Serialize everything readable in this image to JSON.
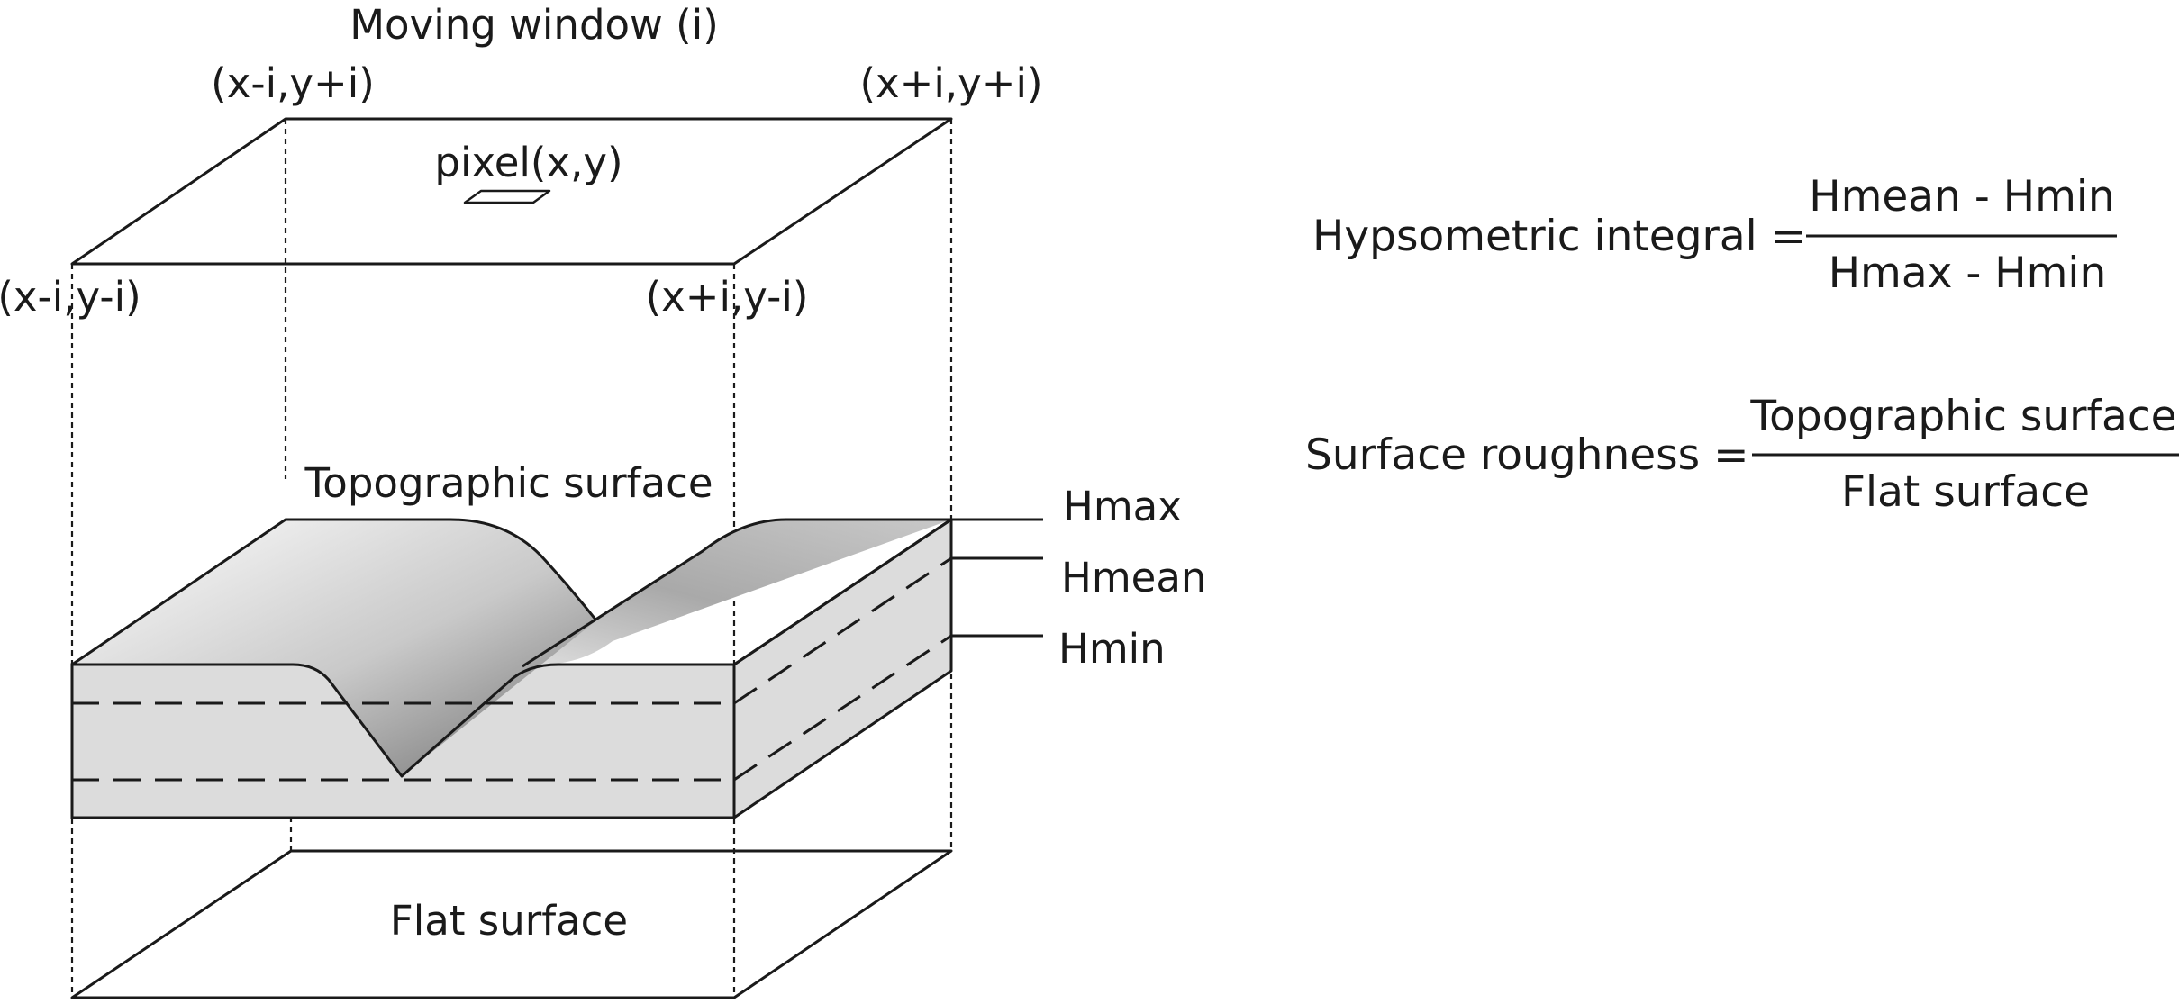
{
  "diagram": {
    "window_title": "Moving window (i)",
    "corner_top_left": "(x-i,y+i)",
    "corner_top_right": "(x+i,y+i)",
    "corner_bottom_left": "(x-i,y-i)",
    "corner_bottom_right": "(x+i,y-i)",
    "pixel_label": "pixel(x,y)",
    "topographic_label": "Topographic surface",
    "flat_label": "Flat surface",
    "hmax": "Hmax",
    "hmean": "Hmean",
    "hmin": "Hmin"
  },
  "equations": {
    "hypsometric": {
      "lhs": "Hypsometric integral =",
      "numerator": "Hmean - Hmin",
      "denominator": "Hmax - Hmin"
    },
    "roughness": {
      "lhs": "Surface roughness =",
      "numerator": "Topographic surface",
      "denominator": "Flat surface"
    }
  },
  "colors": {
    "line": "#1a1a1a",
    "block_fill": "#dcdcdc",
    "surface_light": "#ffffff",
    "surface_dark": "#7a7a7a"
  }
}
